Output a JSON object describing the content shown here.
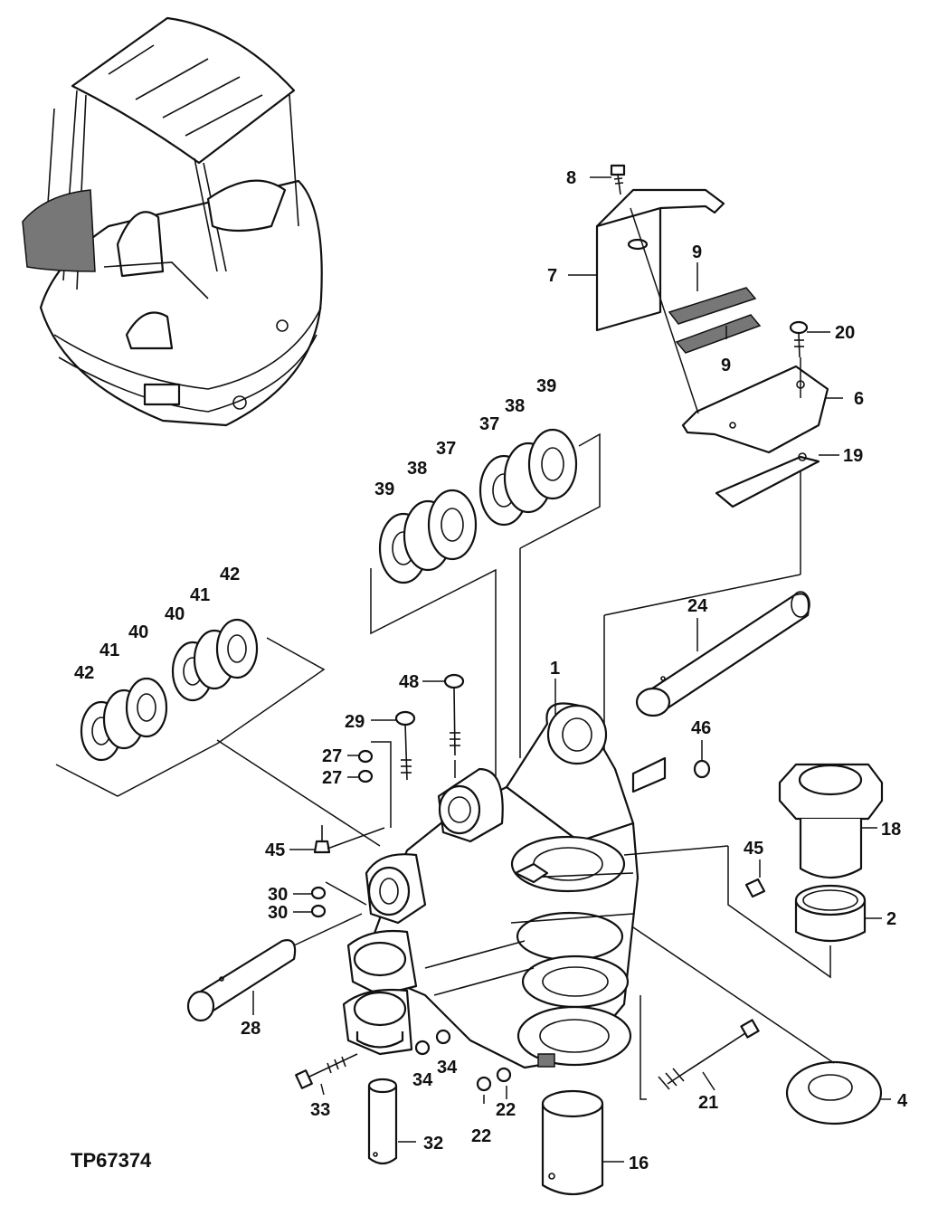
{
  "figure_code": "TP67374",
  "callouts": [
    {
      "id": "c1",
      "text": "1"
    },
    {
      "id": "c2",
      "text": "2"
    },
    {
      "id": "c4",
      "text": "4"
    },
    {
      "id": "c6",
      "text": "6"
    },
    {
      "id": "c7",
      "text": "7"
    },
    {
      "id": "c8",
      "text": "8"
    },
    {
      "id": "c9a",
      "text": "9"
    },
    {
      "id": "c9b",
      "text": "9"
    },
    {
      "id": "c16",
      "text": "16"
    },
    {
      "id": "c18",
      "text": "18"
    },
    {
      "id": "c19",
      "text": "19"
    },
    {
      "id": "c20",
      "text": "20"
    },
    {
      "id": "c21",
      "text": "21"
    },
    {
      "id": "c22a",
      "text": "22"
    },
    {
      "id": "c22b",
      "text": "22"
    },
    {
      "id": "c24",
      "text": "24"
    },
    {
      "id": "c27a",
      "text": "27"
    },
    {
      "id": "c27b",
      "text": "27"
    },
    {
      "id": "c28",
      "text": "28"
    },
    {
      "id": "c29",
      "text": "29"
    },
    {
      "id": "c30a",
      "text": "30"
    },
    {
      "id": "c30b",
      "text": "30"
    },
    {
      "id": "c32",
      "text": "32"
    },
    {
      "id": "c33",
      "text": "33"
    },
    {
      "id": "c34a",
      "text": "34"
    },
    {
      "id": "c34b",
      "text": "34"
    },
    {
      "id": "c37a",
      "text": "37"
    },
    {
      "id": "c37b",
      "text": "37"
    },
    {
      "id": "c38a",
      "text": "38"
    },
    {
      "id": "c38b",
      "text": "38"
    },
    {
      "id": "c39a",
      "text": "39"
    },
    {
      "id": "c39b",
      "text": "39"
    },
    {
      "id": "c40a",
      "text": "40"
    },
    {
      "id": "c40b",
      "text": "40"
    },
    {
      "id": "c41a",
      "text": "41"
    },
    {
      "id": "c41b",
      "text": "41"
    },
    {
      "id": "c42a",
      "text": "42"
    },
    {
      "id": "c42b",
      "text": "42"
    },
    {
      "id": "c45a",
      "text": "45"
    },
    {
      "id": "c45b",
      "text": "45"
    },
    {
      "id": "c46",
      "text": "46"
    },
    {
      "id": "c48",
      "text": "48"
    }
  ]
}
